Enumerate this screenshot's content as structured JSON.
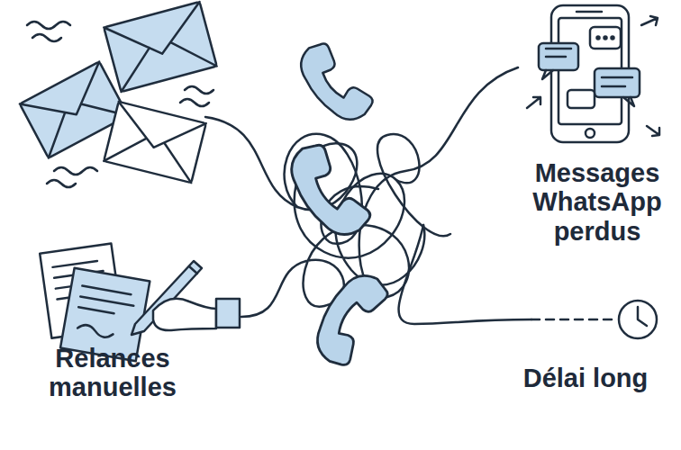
{
  "diagram": {
    "labels": [
      "Messages WhatsApp perdus",
      "Relances manuelles",
      "Délai long"
    ]
  }
}
